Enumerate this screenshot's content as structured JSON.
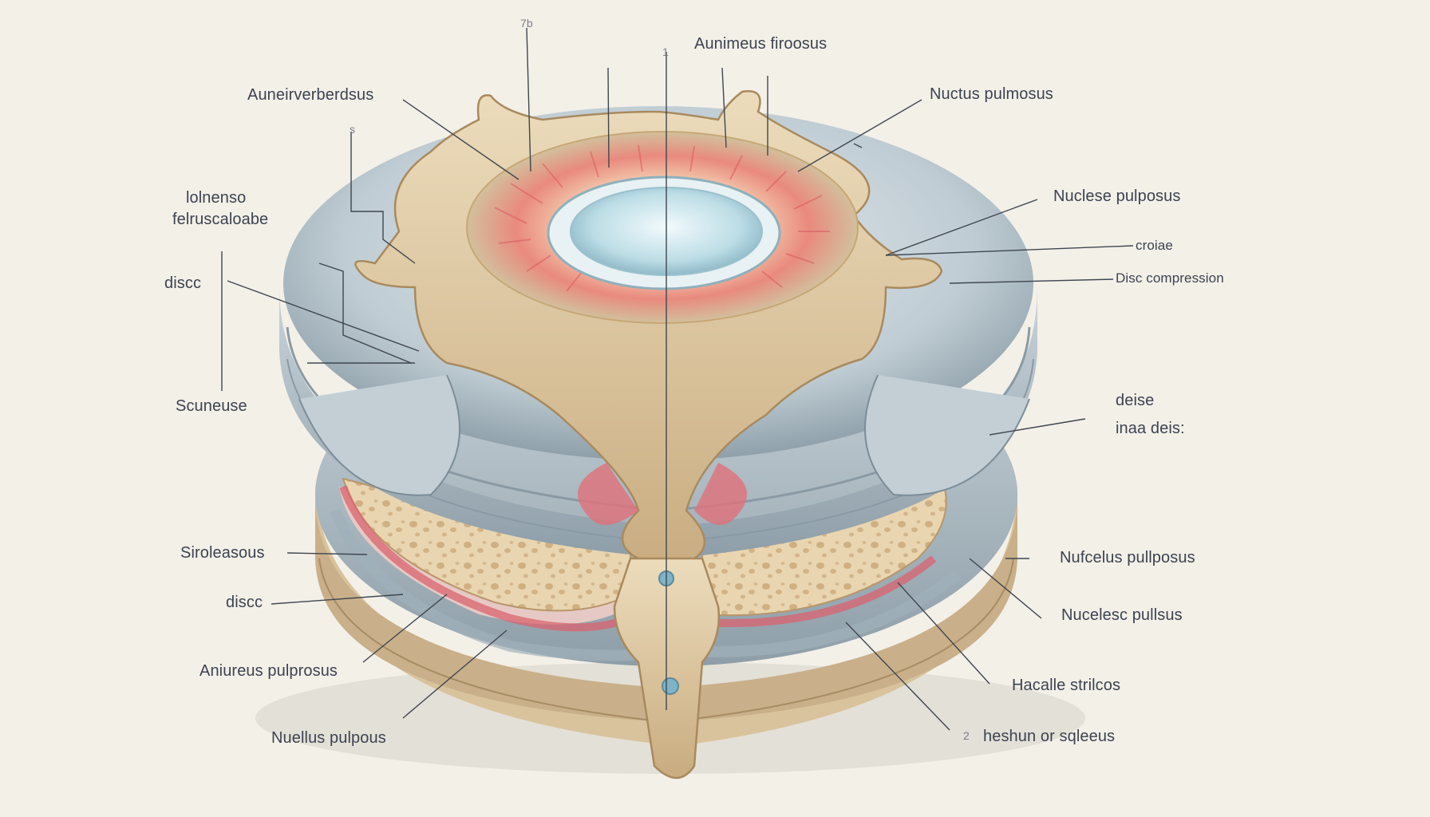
{
  "labels": {
    "top_num": "7b",
    "top_num2": "1",
    "aunimeus": "Aunimeus firoosus",
    "auneir": "Auneirverberdsus",
    "nuctus": "Nuctus pulmosus",
    "num_s": "s",
    "iolnenso_1": "lolnenso",
    "iolnenso_2": "felruscaloabe",
    "nuclese": "Nuclese pulposus",
    "croiae": "croiae",
    "disc_compression": "Disc compression",
    "disc_1": "discc",
    "scuneuse": "Scuneuse",
    "deise_1": "deise",
    "deise_2": "inaa deis:",
    "siroleasous": "Siroleasous",
    "nufcelus": "Nufcelus pullposus",
    "disc_2": "discc",
    "nucelesc": "Nucelesc pullsus",
    "aniureus": "Aniureus pulprosus",
    "hacalle": "Hacalle strilcos",
    "nuellus": "Nuellus pulpous",
    "num_2": "2",
    "heshun": "heshun or sqleeus"
  },
  "colors": {
    "background": "#f3f0e8",
    "disc_gray": "#b9c6cd",
    "bone": "#dcc59f",
    "annulus_red": "#e0707a",
    "nucleus_blue": "#cfe6ec",
    "label_text": "#3c4350"
  }
}
